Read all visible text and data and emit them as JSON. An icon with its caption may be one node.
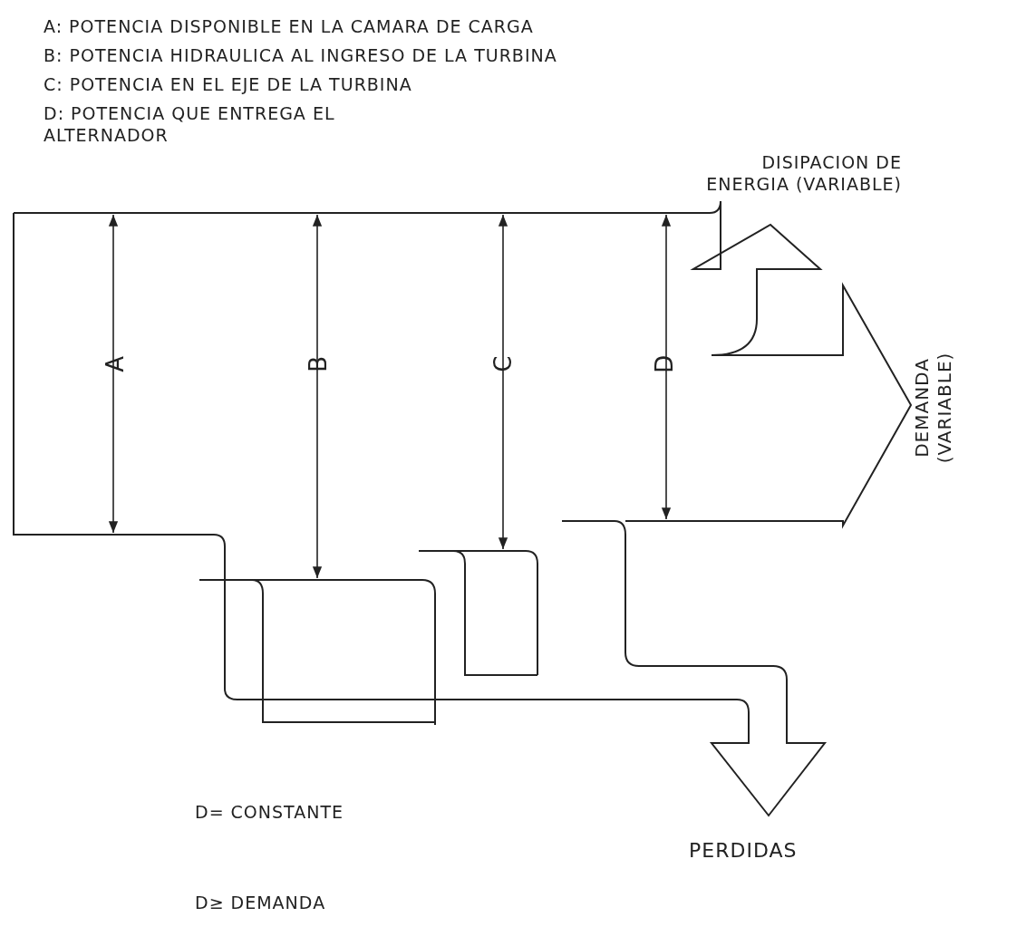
{
  "diagram": {
    "labels": [
      "A: POTENCIA DISPONIBLE EN LA CAMARA DE CARGA",
      "B: POTENCIA HIDRAULICA AL INGRESO DE LA TURBINA",
      "C: POTENCIA EN EL EJE DE LA TURBINA",
      "D: POTENCIA QUE ENTREGA EL ALTERNADOR",
      "DISIPACION DE ENERGIA (VARIABLE)",
      "A",
      "B",
      "C",
      "D",
      "DEMANDA (VARIABLE)",
      "D= CONSTANTE",
      "PERDIDAS",
      "D≥ DEMANDA"
    ]
  }
}
